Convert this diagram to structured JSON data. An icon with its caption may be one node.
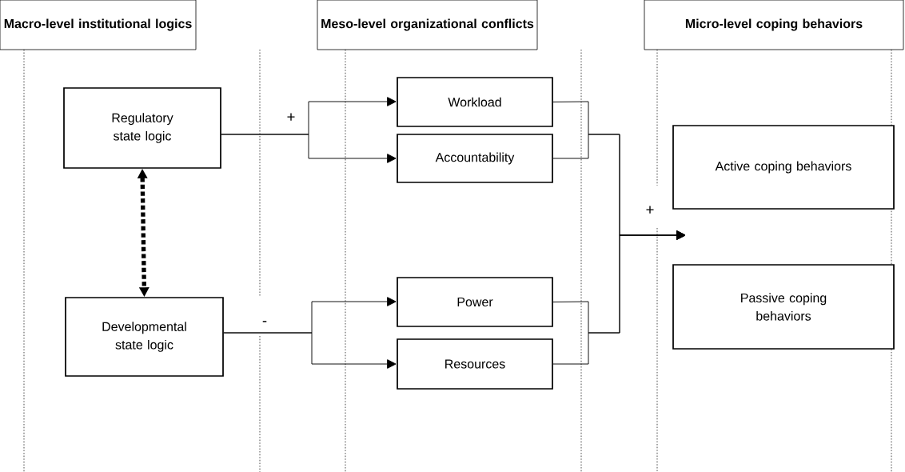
{
  "diagram": {
    "nodes": [
      {
        "text": [
          "Macro-level institutional logics"
        ]
      },
      {
        "text": [
          "Meso-level organizational conflicts"
        ]
      },
      {
        "text": [
          "Micro-level coping behaviors"
        ]
      },
      {
        "text": [
          "Regulatory state logic"
        ]
      },
      {
        "text": [
          "Developmental state logic"
        ]
      },
      {
        "text": [
          "Workload"
        ]
      },
      {
        "text": [
          "Accountability"
        ]
      },
      {
        "text": [
          "Power"
        ]
      },
      {
        "text": [
          "Resources"
        ]
      },
      {
        "text": [
          "Active coping behaviors"
        ]
      },
      {
        "text": [
          "Passive coping behaviors"
        ]
      }
    ],
    "edges": [
      {
        "from": 3,
        "to": 5,
        "arrow": "to",
        "label": "+"
      },
      {
        "from": 3,
        "to": 6,
        "arrow": "to"
      },
      {
        "from": 4,
        "to": 7,
        "arrow": "to",
        "label": "-"
      },
      {
        "from": 4,
        "to": 8,
        "arrow": "to"
      },
      {
        "from": 3,
        "to": 4,
        "arrow": "both",
        "style": "dashed"
      },
      {
        "from": 5,
        "to": null,
        "arrow": "to",
        "label": "+"
      },
      {
        "from": 6,
        "to": null,
        "arrow": "to"
      },
      {
        "from": 7,
        "to": null,
        "arrow": "to"
      },
      {
        "from": 8,
        "to": null,
        "arrow": "to"
      }
    ]
  }
}
